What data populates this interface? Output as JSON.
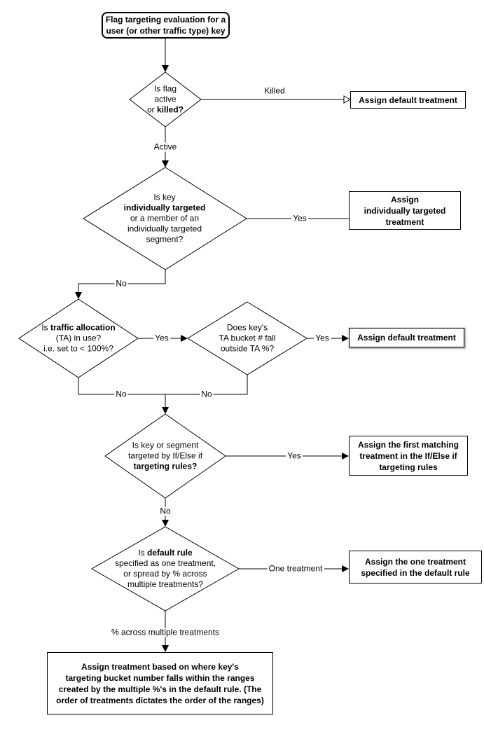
{
  "start": {
    "l1": "Flag targeting evaluation for a",
    "l2": "user (or other traffic type) key"
  },
  "decisions": {
    "flag_active": {
      "l1": "Is flag",
      "l2": "active",
      "l3a": "or ",
      "l3b": "killed?"
    },
    "individual_target": {
      "l1": "Is key",
      "l2": "individually targeted",
      "l3": "or a member of an",
      "l4": "individually targeted",
      "l5": "segment?"
    },
    "traffic_allocation": {
      "l1a": "Is ",
      "l1b": "traffic allocation",
      "l2": "(TA) in use?",
      "l3": "i.e. set to < 100%?"
    },
    "ta_bucket": {
      "l1": "Does key's",
      "l2": "TA bucket # fall",
      "l3": "outside TA %?"
    },
    "targeting_rules": {
      "l1": "Is key or segment",
      "l2": "targeted by If/Else if",
      "l3b": "targeting rules?"
    },
    "default_rule": {
      "l1a": "Is ",
      "l1b": "default rule",
      "l2": "specified as one treatment,",
      "l3": "or spread by % across",
      "l4": "multiple treatments?"
    }
  },
  "results": {
    "default_top": {
      "l1": "Assign default treatment"
    },
    "individual": {
      "l1": "Assign",
      "l2": "individually targeted",
      "l3": "treatment"
    },
    "default_ta": {
      "l1": "Assign default treatment"
    },
    "first_matching": {
      "l1": "Assign the first matching",
      "l2": "treatment in the If/Else if",
      "l3": "targeting rules"
    },
    "one_treatment": {
      "l1": "Assign the one treatment",
      "l2": "specified in the default rule"
    },
    "bucket_ranges": {
      "l1": "Assign treatment based on where key's",
      "l2": "targeting bucket number falls within the ranges",
      "l3": "created by the multiple %'s in the default rule. (The",
      "l4": "order of treatments dictates the order of the ranges)"
    }
  },
  "edges": {
    "killed": "Killed",
    "active": "Active",
    "yes": "Yes",
    "no": "No",
    "one_treatment": "One treatment",
    "pct_multiple": "% across multiple treatments"
  },
  "colors": {
    "stroke": "#000000",
    "fill": "#ffffff"
  }
}
